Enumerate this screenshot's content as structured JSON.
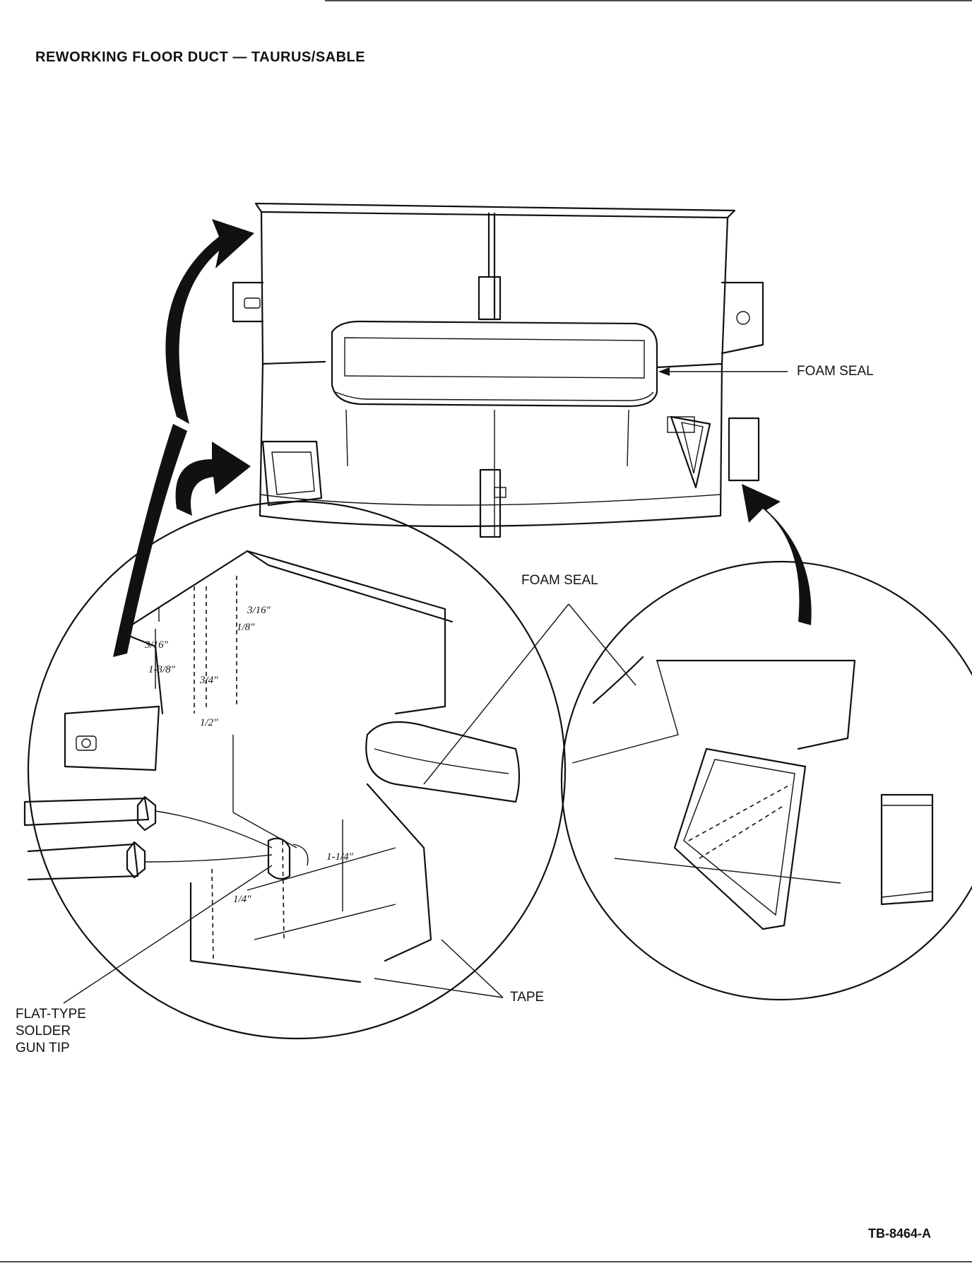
{
  "page": {
    "title": "REWORKING FLOOR DUCT — TAURUS/SABLE",
    "doc_id": "TB-8464-A"
  },
  "callouts": {
    "foam_seal_top": "FOAM SEAL",
    "foam_seal_detail": "FOAM SEAL",
    "tape": "TAPE",
    "solder_tip": [
      "FLAT-TYPE",
      "SOLDER",
      "GUN TIP"
    ]
  },
  "dimensions": {
    "d1": "3/16\"",
    "d2": "1/8\"",
    "d3": "3/16\"",
    "d4": "1-3/8\"",
    "d5": "3/4\"",
    "d6": "1/2\"",
    "d7": "1-1/4\"",
    "d8": "1/4\""
  }
}
